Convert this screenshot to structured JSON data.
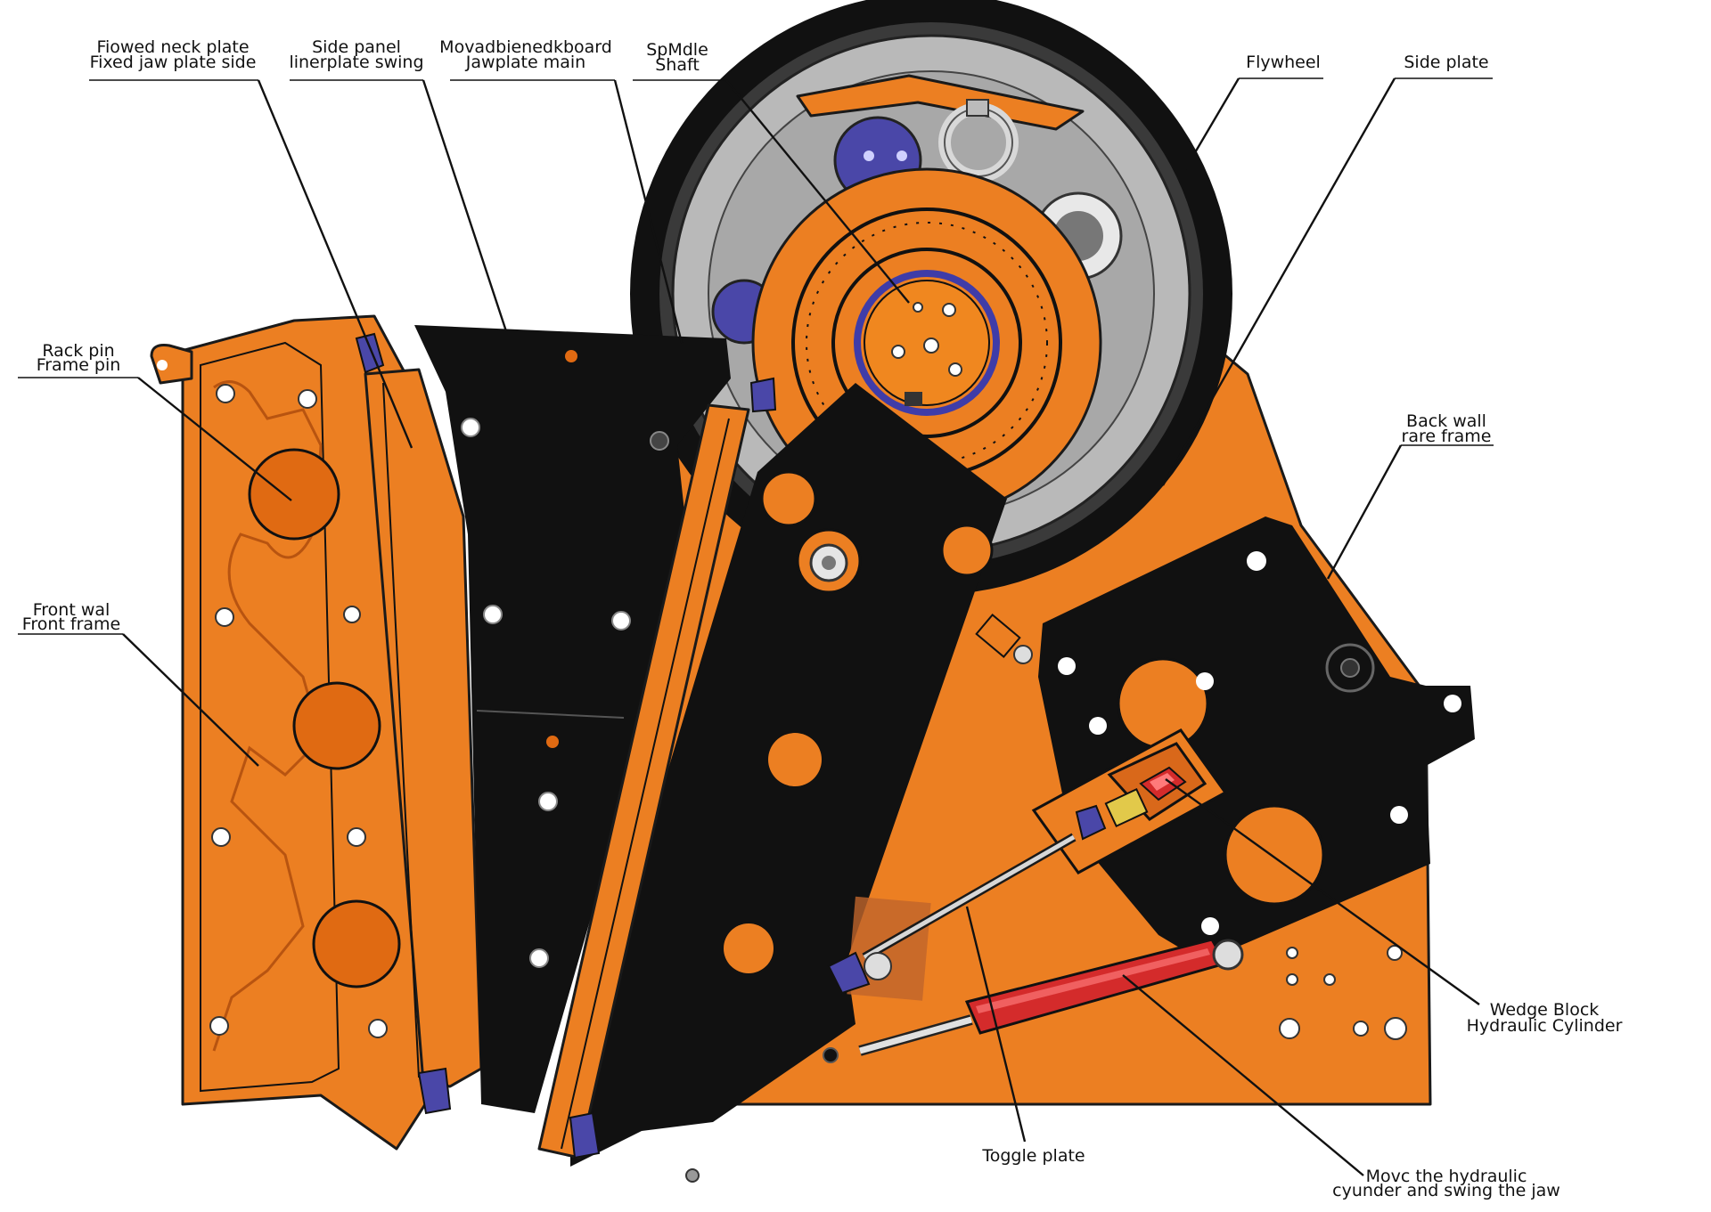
{
  "colors": {
    "orange": "#ec7f22",
    "dark_orange": "#d9681a",
    "black": "#111111",
    "purple": "#4a47a8",
    "red": "#d42b2b",
    "steel": "#9a9a9a"
  },
  "labels": {
    "flowed_neck_plate": "Fiowed neck plate",
    "fixed_jaw_plate_side": "Fixed jaw plate side",
    "side_panel": "Side panel",
    "liner_plate_swing": "linerplate swing",
    "movable_board": "Movadbienedkboard",
    "jaw_plate_main": "Jawplate main",
    "spindle": "SpMdle",
    "shaft": "Shaft",
    "flywheel": "Flywheel",
    "side_plate": "Side plate",
    "rack_pin": "Rack pin",
    "frame_pin": "Frame pin",
    "back_wall": "Back wall",
    "rare_frame": "rare frame",
    "front_wall": "Front wal",
    "front_frame": "Front frame",
    "wedge_block": "Wedge Block",
    "hydraulic_cylinder": "Hydraulic Cylinder",
    "toggle_plate": "Toggle plate",
    "move_hydraulic_1": "Movc the hydraulic",
    "move_hydraulic_2": "cyunder and swing the jaw"
  }
}
